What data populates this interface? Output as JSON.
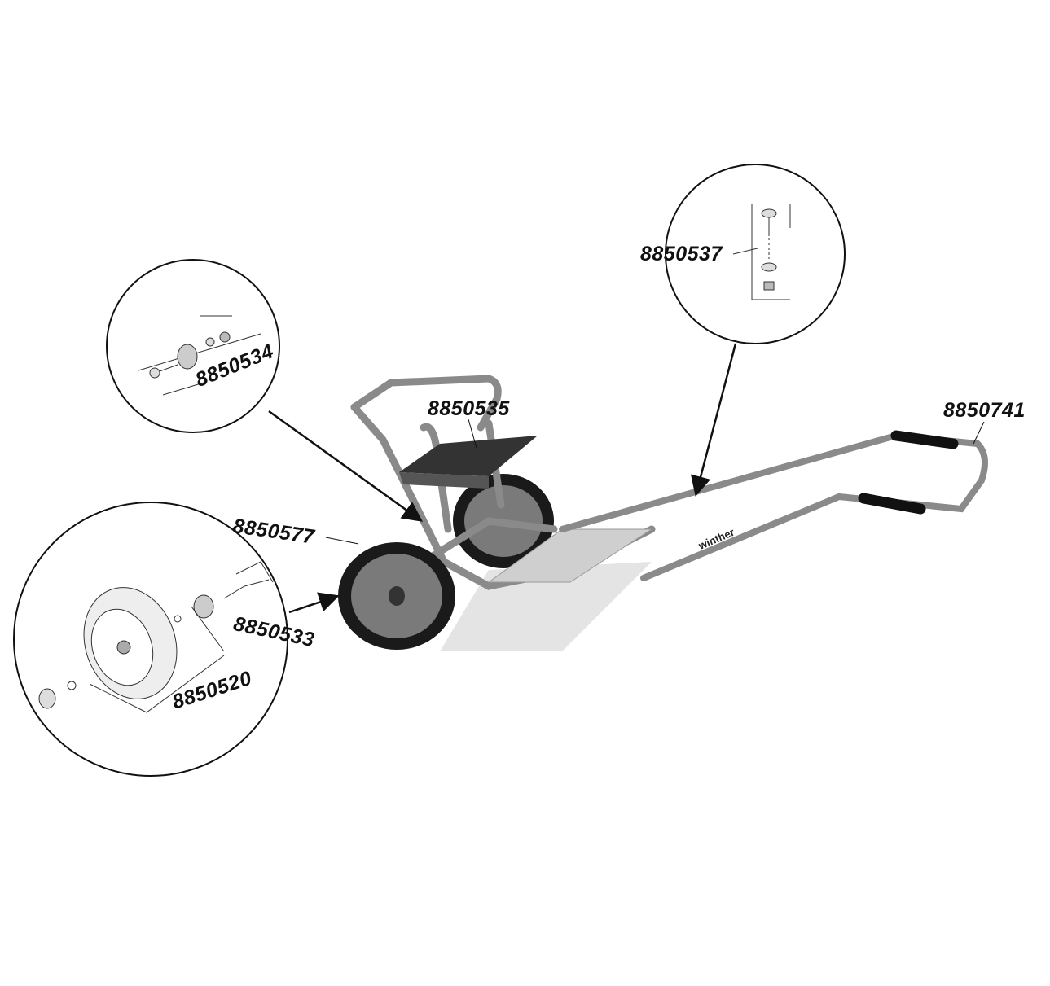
{
  "part_numbers": {
    "seat": "8850535",
    "handle_frame": "8850741",
    "handle_bolt_kit": "8850537",
    "seat_bolt_kit": "8850534",
    "wheel": "8850577",
    "axle_spacer": "8850533",
    "wheel_hardware": "8850520"
  },
  "brand_logo": "winther",
  "colors": {
    "frame": "#8a8a8a",
    "tyre": "#1a1a1a",
    "seat": "#333333",
    "line": "#111111"
  }
}
